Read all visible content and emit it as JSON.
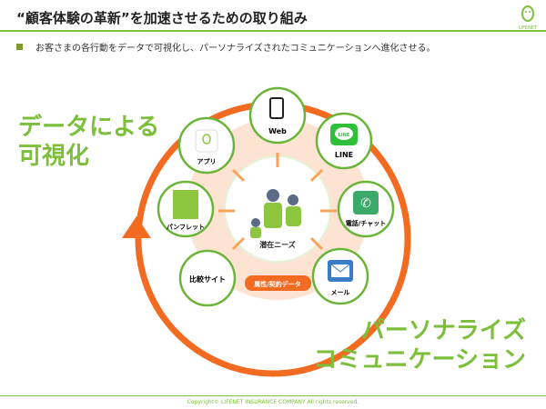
{
  "header": {
    "title": "“顧客体験の革新”を加速させるための取り組み",
    "logo_text": "LIFENET"
  },
  "bullet": "お客さまの各行動をデータで可視化し、パーソナライズされたコミュニケーションへ進化させる。",
  "left_heading": [
    "データによる",
    "可視化"
  ],
  "right_heading": [
    "パーソナライズ",
    "コミュニケーション"
  ],
  "center_label": "潜在ニーズ",
  "data_badge": "属性/契約データ",
  "channels": [
    {
      "label": "Web",
      "icon": "smartphone-icon"
    },
    {
      "label": "LINE",
      "icon": "line-icon"
    },
    {
      "label": "電話/チャット",
      "icon": "phone-icon"
    },
    {
      "label": "メール",
      "icon": "mail-icon"
    },
    {
      "label": "比較サイト",
      "icon": ""
    },
    {
      "label": "パンフレット",
      "icon": "pamphlet-icon"
    },
    {
      "label": "アプリ",
      "icon": "app-icon"
    }
  ],
  "line_icon_text": "LINE",
  "footer": "Copyright© LIFENET INSURANCE COMPANY All rights reserved.",
  "colors": {
    "green": "#7cbf3a",
    "orange": "#f26b21",
    "peach": "#fde3d2"
  }
}
